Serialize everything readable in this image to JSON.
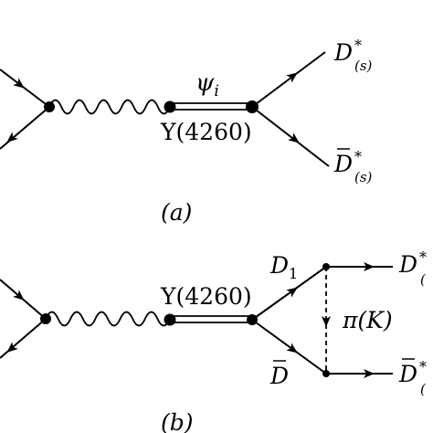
{
  "diagram_a": {
    "label": "(a)",
    "propagator_label": "ψ",
    "propagator_sub": "i",
    "vertex_label": "Y(4260)",
    "out_top": {
      "base": "D",
      "sup": "*",
      "sub": "(s)"
    },
    "out_bottom": {
      "base": "D",
      "bar": true,
      "sup": "*",
      "sub": "(s)"
    }
  },
  "diagram_b": {
    "label": "(b)",
    "vertex_label": "Y(4260)",
    "upper_line": {
      "base": "D",
      "sub": "1"
    },
    "lower_line": {
      "base": "D",
      "bar": true
    },
    "exchange": "π(K)",
    "out_top": {
      "base": "D",
      "sup": "*",
      "sub": "("
    },
    "out_bottom": {
      "base": "D",
      "bar": true,
      "sup": "*",
      "sub": "("
    }
  },
  "colors": {
    "ink": "#000000",
    "background": "#ffffff"
  }
}
